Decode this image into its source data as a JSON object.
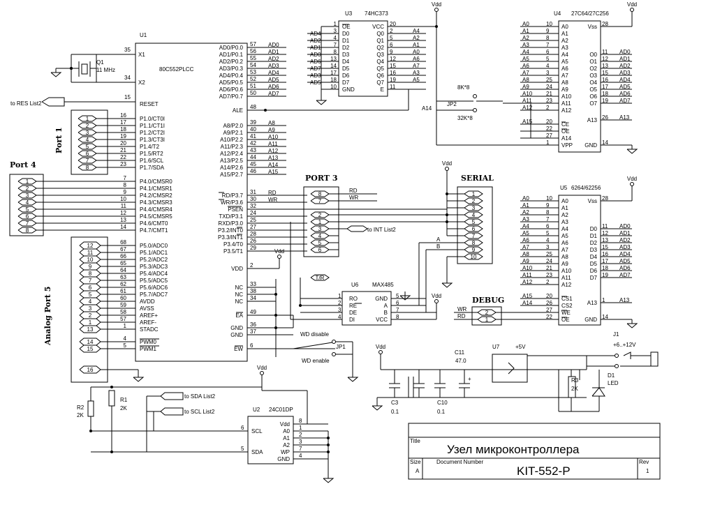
{
  "u1": {
    "ref": "U1",
    "part": "80C552PLCC",
    "x1": "X1",
    "x2": "X2",
    "reset": "RESET",
    "left_pins": [
      {
        "num": "16",
        "name": "P1.0/CT0I"
      },
      {
        "num": "17",
        "name": "P1.1/CT1I"
      },
      {
        "num": "18",
        "name": "P1.2/CT2I"
      },
      {
        "num": "19",
        "name": "P1.3/CT3I"
      },
      {
        "num": "20",
        "name": "P1.4/T2"
      },
      {
        "num": "21",
        "name": "P1.5/RT2"
      },
      {
        "num": "22",
        "name": "P1.6/SCL"
      },
      {
        "num": "23",
        "name": "P1.7/SDA"
      },
      {
        "num": "7",
        "name": "P4.0/CMSR0"
      },
      {
        "num": "8",
        "name": "P4.1/CMSR1"
      },
      {
        "num": "9",
        "name": "P4.2/CMSR2"
      },
      {
        "num": "10",
        "name": "P4.3/CMSR3"
      },
      {
        "num": "11",
        "name": "P4.4/CMSR4"
      },
      {
        "num": "12",
        "name": "P4.5/CMSR5"
      },
      {
        "num": "13",
        "name": "P4.6/CMT0"
      },
      {
        "num": "14",
        "name": "P4.7/CMT1"
      },
      {
        "num": "68",
        "name": "P5.0/ADC0"
      },
      {
        "num": "67",
        "name": "P5.1/ADC1"
      },
      {
        "num": "66",
        "name": "P5.2/ADC2"
      },
      {
        "num": "65",
        "name": "P5.3/ADC3"
      },
      {
        "num": "64",
        "name": "P5.4/ADC4"
      },
      {
        "num": "63",
        "name": "P5.5/ADC5"
      },
      {
        "num": "62",
        "name": "P5.6/ADC6"
      },
      {
        "num": "61",
        "name": "P5.7/ADC7"
      },
      {
        "num": "60",
        "name": "AVDD"
      },
      {
        "num": "59",
        "name": "AVSS"
      },
      {
        "num": "58",
        "name": "AREF+"
      },
      {
        "num": "57",
        "name": "AREF-"
      },
      {
        "num": "1",
        "name": "STADC"
      },
      {
        "num": "4",
        "name": "PWM0"
      },
      {
        "num": "5",
        "name": "PWM1"
      }
    ],
    "right_pins": [
      {
        "num": "57",
        "name": "AD0/P0.0",
        "net": "AD0"
      },
      {
        "num": "56",
        "name": "AD1/P0.1",
        "net": "AD1"
      },
      {
        "num": "55",
        "name": "AD2/P0.2",
        "net": "AD2"
      },
      {
        "num": "54",
        "name": "AD3/P0.3",
        "net": "AD3"
      },
      {
        "num": "53",
        "name": "AD4/P0.4",
        "net": "AD4"
      },
      {
        "num": "52",
        "name": "AD5/P0.5",
        "net": "AD5"
      },
      {
        "num": "51",
        "name": "AD6/P0.6",
        "net": "AD6"
      },
      {
        "num": "50",
        "name": "AD7/P0.7",
        "net": "AD7"
      },
      {
        "num": "48",
        "name": "ALE",
        "net": ""
      },
      {
        "num": "39",
        "name": "A8/P2.0",
        "net": "A8"
      },
      {
        "num": "40",
        "name": "A9/P2.1",
        "net": "A9"
      },
      {
        "num": "41",
        "name": "A10/P2.2",
        "net": "A10"
      },
      {
        "num": "42",
        "name": "A11/P2.3",
        "net": "A11"
      },
      {
        "num": "43",
        "name": "A12/P2.4",
        "net": "A12"
      },
      {
        "num": "44",
        "name": "A13/P2.5",
        "net": "A13"
      },
      {
        "num": "45",
        "name": "A14/P2.6",
        "net": "A14"
      },
      {
        "num": "46",
        "name": "A15/P2.7",
        "net": "A15"
      },
      {
        "num": "31",
        "name": "RD/P3.7",
        "net": "RD"
      },
      {
        "num": "30",
        "name": "WR/P3.6",
        "net": "WR"
      },
      {
        "num": "32",
        "name": "PSEN",
        "net": ""
      },
      {
        "num": "24",
        "name": "TXD/P3.1",
        "net": ""
      },
      {
        "num": "25",
        "name": "RXD/P3.0",
        "net": ""
      },
      {
        "num": "27",
        "name": "P3.2/INT0",
        "net": ""
      },
      {
        "num": "28",
        "name": "P3.3/INT1",
        "net": ""
      },
      {
        "num": "26",
        "name": "P3.4/T0",
        "net": ""
      },
      {
        "num": "29",
        "name": "P3.5/T1",
        "net": ""
      },
      {
        "num": "2",
        "name": "VDD",
        "net": ""
      },
      {
        "num": "33",
        "name": "NC",
        "net": ""
      },
      {
        "num": "38",
        "name": "NC",
        "net": ""
      },
      {
        "num": "34",
        "name": "NC",
        "net": ""
      },
      {
        "num": "49",
        "name": "EA",
        "net": ""
      },
      {
        "num": "36",
        "name": "GND",
        "net": ""
      },
      {
        "num": "37",
        "name": "GND",
        "net": ""
      },
      {
        "num": "6",
        "name": "EW",
        "net": ""
      }
    ]
  },
  "q1": {
    "ref": "Q1",
    "value": "11 MHz",
    "pin_x1": "35",
    "pin_x2": "34",
    "pin_reset": "15"
  },
  "reset_label": "to RES List2",
  "int_label": "to INT List2",
  "sda_label": "to SDA List2",
  "scl_label": "to SCL List2",
  "vdd": "Vdd",
  "u3": {
    "ref": "U3",
    "part": "74HC373",
    "left": [
      {
        "num": "1",
        "name": "OE",
        "net": ""
      },
      {
        "num": "3",
        "name": "D0",
        "net": "AD4"
      },
      {
        "num": "4",
        "name": "D1",
        "net": "AD2"
      },
      {
        "num": "7",
        "name": "D2",
        "net": "AD1"
      },
      {
        "num": "8",
        "name": "D3",
        "net": "AD0"
      },
      {
        "num": "13",
        "name": "D4",
        "net": "AD6"
      },
      {
        "num": "14",
        "name": "D5",
        "net": "AD7"
      },
      {
        "num": "17",
        "name": "D6",
        "net": "AD3"
      },
      {
        "num": "18",
        "name": "D7",
        "net": "AD5"
      },
      {
        "num": "10",
        "name": "GND",
        "net": ""
      }
    ],
    "right": [
      {
        "num": "20",
        "name": "VCC",
        "net": ""
      },
      {
        "num": "2",
        "name": "Q0",
        "net": "A4"
      },
      {
        "num": "5",
        "name": "Q1",
        "net": "A2"
      },
      {
        "num": "6",
        "name": "Q2",
        "net": "A1"
      },
      {
        "num": "9",
        "name": "Q3",
        "net": "A0"
      },
      {
        "num": "12",
        "name": "Q4",
        "net": "A6"
      },
      {
        "num": "15",
        "name": "Q5",
        "net": "A7"
      },
      {
        "num": "16",
        "name": "Q6",
        "net": "A3"
      },
      {
        "num": "19",
        "name": "Q7",
        "net": "A5"
      },
      {
        "num": "11",
        "name": "E",
        "net": ""
      }
    ]
  },
  "u4": {
    "ref": "U4",
    "part": "27C64/27C256",
    "left": [
      {
        "num": "10",
        "name": "A0",
        "net": "A0"
      },
      {
        "num": "9",
        "name": "A1",
        "net": "A1"
      },
      {
        "num": "8",
        "name": "A2",
        "net": "A2"
      },
      {
        "num": "7",
        "name": "A3",
        "net": "A3"
      },
      {
        "num": "6",
        "name": "A4",
        "net": "A4"
      },
      {
        "num": "5",
        "name": "A5",
        "net": "A5"
      },
      {
        "num": "4",
        "name": "A6",
        "net": "A6"
      },
      {
        "num": "3",
        "name": "A7",
        "net": "A7"
      },
      {
        "num": "25",
        "name": "A8",
        "net": "A8"
      },
      {
        "num": "24",
        "name": "A9",
        "net": "A9"
      },
      {
        "num": "21",
        "name": "A10",
        "net": "A10"
      },
      {
        "num": "23",
        "name": "A11",
        "net": "A11"
      },
      {
        "num": "2",
        "name": "A12",
        "net": "A12"
      },
      {
        "num": "20",
        "name": "CE",
        "net": "A15"
      },
      {
        "num": "22",
        "name": "OE",
        "net": ""
      },
      {
        "num": "27",
        "name": "A14",
        "net": ""
      },
      {
        "num": "1",
        "name": "VPP",
        "net": ""
      }
    ],
    "right": [
      {
        "num": "28",
        "name": "Vss",
        "net": ""
      },
      {
        "num": "11",
        "name": "O0",
        "net": "AD0"
      },
      {
        "num": "12",
        "name": "O1",
        "net": "AD1"
      },
      {
        "num": "13",
        "name": "O2",
        "net": "AD2"
      },
      {
        "num": "15",
        "name": "O3",
        "net": "AD3"
      },
      {
        "num": "16",
        "name": "O4",
        "net": "AD4"
      },
      {
        "num": "17",
        "name": "O5",
        "net": "AD5"
      },
      {
        "num": "18",
        "name": "O6",
        "net": "AD6"
      },
      {
        "num": "19",
        "name": "O7",
        "net": "AD7"
      },
      {
        "num": "26",
        "name": "A13",
        "net": "A13"
      },
      {
        "num": "14",
        "name": "GND",
        "net": ""
      }
    ]
  },
  "u5": {
    "ref": "U5",
    "part": "6264/62256",
    "left": [
      {
        "num": "10",
        "name": "A0",
        "net": "A0"
      },
      {
        "num": "9",
        "name": "A1",
        "net": "A1"
      },
      {
        "num": "8",
        "name": "A2",
        "net": "A2"
      },
      {
        "num": "7",
        "name": "A3",
        "net": "A3"
      },
      {
        "num": "6",
        "name": "A4",
        "net": "A4"
      },
      {
        "num": "5",
        "name": "A5",
        "net": "A5"
      },
      {
        "num": "4",
        "name": "A6",
        "net": "A6"
      },
      {
        "num": "3",
        "name": "A7",
        "net": "A7"
      },
      {
        "num": "25",
        "name": "A8",
        "net": "A8"
      },
      {
        "num": "24",
        "name": "A9",
        "net": "A9"
      },
      {
        "num": "21",
        "name": "A10",
        "net": "A10"
      },
      {
        "num": "23",
        "name": "A11",
        "net": "A11"
      },
      {
        "num": "2",
        "name": "A12",
        "net": "A12"
      },
      {
        "num": "20",
        "name": "CS1",
        "net": "A15"
      },
      {
        "num": "26",
        "name": "CS2",
        "net": "A14"
      },
      {
        "num": "27",
        "name": "WE",
        "net": ""
      },
      {
        "num": "22",
        "name": "OE",
        "net": ""
      }
    ],
    "right": [
      {
        "num": "28",
        "name": "Vss",
        "net": ""
      },
      {
        "num": "11",
        "name": "D0",
        "net": "AD0"
      },
      {
        "num": "12",
        "name": "D1",
        "net": "AD1"
      },
      {
        "num": "13",
        "name": "D2",
        "net": "AD2"
      },
      {
        "num": "15",
        "name": "D3",
        "net": "AD3"
      },
      {
        "num": "16",
        "name": "D4",
        "net": "AD4"
      },
      {
        "num": "17",
        "name": "D5",
        "net": "AD5"
      },
      {
        "num": "18",
        "name": "D6",
        "net": "AD6"
      },
      {
        "num": "19",
        "name": "D7",
        "net": "AD7"
      },
      {
        "num": "1",
        "name": "A13",
        "net": "A13"
      },
      {
        "num": "14",
        "name": "GND",
        "net": ""
      }
    ]
  },
  "u6": {
    "ref": "U6",
    "part": "MAX485",
    "left": [
      {
        "num": "1",
        "name": "RO"
      },
      {
        "num": "2",
        "name": "RE"
      },
      {
        "num": "3",
        "name": "DE"
      },
      {
        "num": "4",
        "name": "DI"
      }
    ],
    "right": [
      {
        "num": "5",
        "name": "GND"
      },
      {
        "num": "6",
        "name": "A"
      },
      {
        "num": "7",
        "name": "B"
      },
      {
        "num": "8",
        "name": "VCC"
      }
    ],
    "tr_label": "T/R",
    "a_label": "A",
    "b_label": "B"
  },
  "u2": {
    "ref": "U2",
    "part": "24C01DP",
    "left": [
      {
        "num": "6",
        "name": "SCL"
      },
      {
        "num": "5",
        "name": "SDA"
      }
    ],
    "right": [
      {
        "num": "8",
        "name": "Vdd"
      },
      {
        "num": "1",
        "name": "A0"
      },
      {
        "num": "2",
        "name": "A1"
      },
      {
        "num": "3",
        "name": "A2"
      },
      {
        "num": "7",
        "name": "WP"
      },
      {
        "num": "4",
        "name": "GND"
      }
    ]
  },
  "u7": {
    "ref": "U7",
    "out": "+5V"
  },
  "connectors": {
    "port1": "Port 1",
    "port4": "Port 4",
    "port3": "PORT 3",
    "analog": "Analog Port 5",
    "serial": "SERIAL",
    "debug": "DEBUG",
    "port1_pins": [
      "1",
      "2",
      "3",
      "4",
      "5",
      "6",
      "7",
      "8"
    ],
    "port4_pins": [
      "1",
      "2",
      "3",
      "4",
      "5",
      "6",
      "7",
      "8"
    ],
    "port5_pins": [
      "12",
      "11",
      "10",
      "9",
      "8",
      "7",
      "6",
      "5",
      "4",
      "3",
      "2",
      "1",
      "13",
      "14",
      "15",
      "16"
    ],
    "port3_pins": [
      "8",
      "7",
      "2",
      "1",
      "3",
      "4",
      "5",
      "6"
    ],
    "serial_pins": [
      "1",
      "2",
      "3",
      "4",
      "5",
      "6",
      "7",
      "8",
      "9",
      "10"
    ],
    "debug_pins": [
      "2",
      "1"
    ]
  },
  "port3_nets": {
    "rd": "RD",
    "wr": "WR"
  },
  "debug_nets": {
    "wr": "WR",
    "rd": "RD"
  },
  "jp2": {
    "ref": "JP2",
    "opt1": "8K*8",
    "opt2": "32K*8",
    "net": "A14"
  },
  "jp1": {
    "ref": "JP1",
    "disable": "WD disable",
    "enable": "WD enable"
  },
  "passives": {
    "r1": {
      "ref": "R1",
      "value": "2K"
    },
    "r2": {
      "ref": "R2",
      "value": "2K"
    },
    "r3": {
      "ref": "R3",
      "value": "2K"
    },
    "c3": {
      "ref": "C3",
      "value": "0.1"
    },
    "c10": {
      "ref": "C10",
      "value": "0.1"
    },
    "c11": {
      "ref": "C11",
      "value": "47.0"
    },
    "d1": {
      "ref": "D1",
      "value": "LED"
    },
    "j1": "J1",
    "supply": "+6..+12V"
  },
  "title_block": {
    "title_label": "Title",
    "title": "Узел микроконтроллера",
    "size_label": "Size",
    "size": "A",
    "docnum_label": "Document Number",
    "docnum": "KIT-552-P",
    "rev_label": "Rev",
    "rev": "1"
  }
}
